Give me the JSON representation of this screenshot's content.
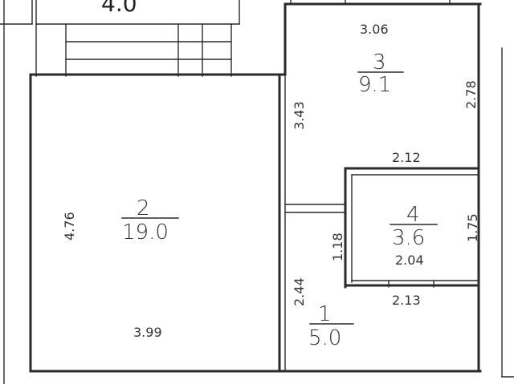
{
  "plan": {
    "top_area": "4.0",
    "rooms": [
      {
        "id": "room2",
        "number": "2",
        "area": "19.0",
        "dims": {
          "left": "4.76",
          "bottom": "3.99",
          "right": "3.43"
        }
      },
      {
        "id": "room3",
        "number": "3",
        "area": "9.1",
        "dims": {
          "top": "3.06",
          "right": "2.78"
        }
      },
      {
        "id": "room4",
        "number": "4",
        "area": "3.6",
        "dims": {
          "top": "2.12",
          "right": "1.75",
          "left": "1.18",
          "inner": "2.04",
          "bottom": "2.13"
        }
      },
      {
        "id": "room1",
        "number": "1",
        "area": "5.0",
        "dims": {
          "left": "2.44"
        }
      }
    ]
  },
  "colors": {
    "wall": "#2a2a2a",
    "text": "#333333",
    "background": "#ffffff"
  }
}
